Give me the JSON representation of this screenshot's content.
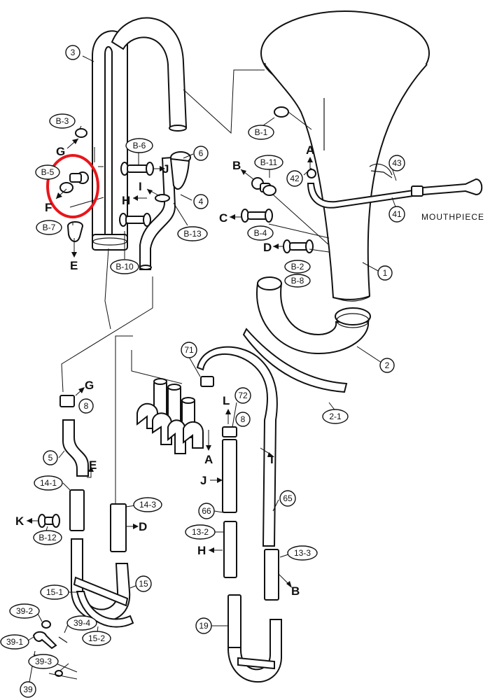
{
  "labels": {
    "p1": "1",
    "p2": "2",
    "p2_1": "2-1",
    "p3": "3",
    "p4": "4",
    "p5": "5",
    "p6": "6",
    "p8a": "8",
    "p8b": "8",
    "p13_2": "13-2",
    "p13_3": "13-3",
    "p14_1": "14-1",
    "p14_3": "14-3",
    "p15": "15",
    "p15_1": "15-1",
    "p15_2": "15-2",
    "p19": "19",
    "p39": "39",
    "p39_1": "39-1",
    "p39_2": "39-2",
    "p39_3": "39-3",
    "p39_4": "39-4",
    "p41": "41",
    "p42": "42",
    "p43": "43",
    "p65": "65",
    "p66": "66",
    "p71": "71",
    "p72": "72",
    "b1": "B-1",
    "b2": "B-2",
    "b3": "B-3",
    "b4": "B-4",
    "b5": "B-5",
    "b6": "B-6",
    "b7": "B-7",
    "b8": "B-8",
    "b10": "B-10",
    "b11": "B-11",
    "b12": "B-12",
    "b13": "B-13"
  },
  "letters": {
    "A1": "A",
    "A2": "A",
    "B1": "B",
    "B2": "B",
    "C": "C",
    "D1": "D",
    "D2": "D",
    "E1": "E",
    "E2": "E",
    "F": "F",
    "G1": "G",
    "G2": "G",
    "H1": "H",
    "H2": "H",
    "I1": "I",
    "I2": "I",
    "J1": "J",
    "J2": "J",
    "K": "K",
    "L": "L"
  },
  "mouthpiece": "MOUTHPIECE",
  "highlight_color": "#e8161b"
}
